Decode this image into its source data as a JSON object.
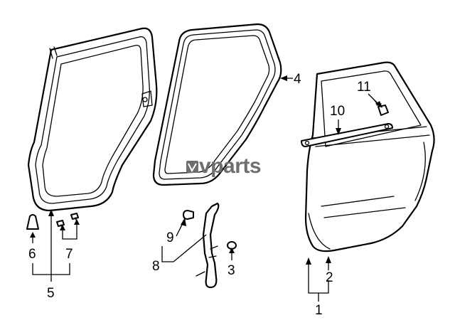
{
  "watermark": {
    "text": "vparts"
  },
  "callouts": {
    "c1": "1",
    "c2": "2",
    "c3": "3",
    "c4": "4",
    "c5": "5",
    "c6": "6",
    "c7": "7",
    "c8": "8",
    "c9": "9",
    "c10": "10",
    "c11": "11"
  }
}
